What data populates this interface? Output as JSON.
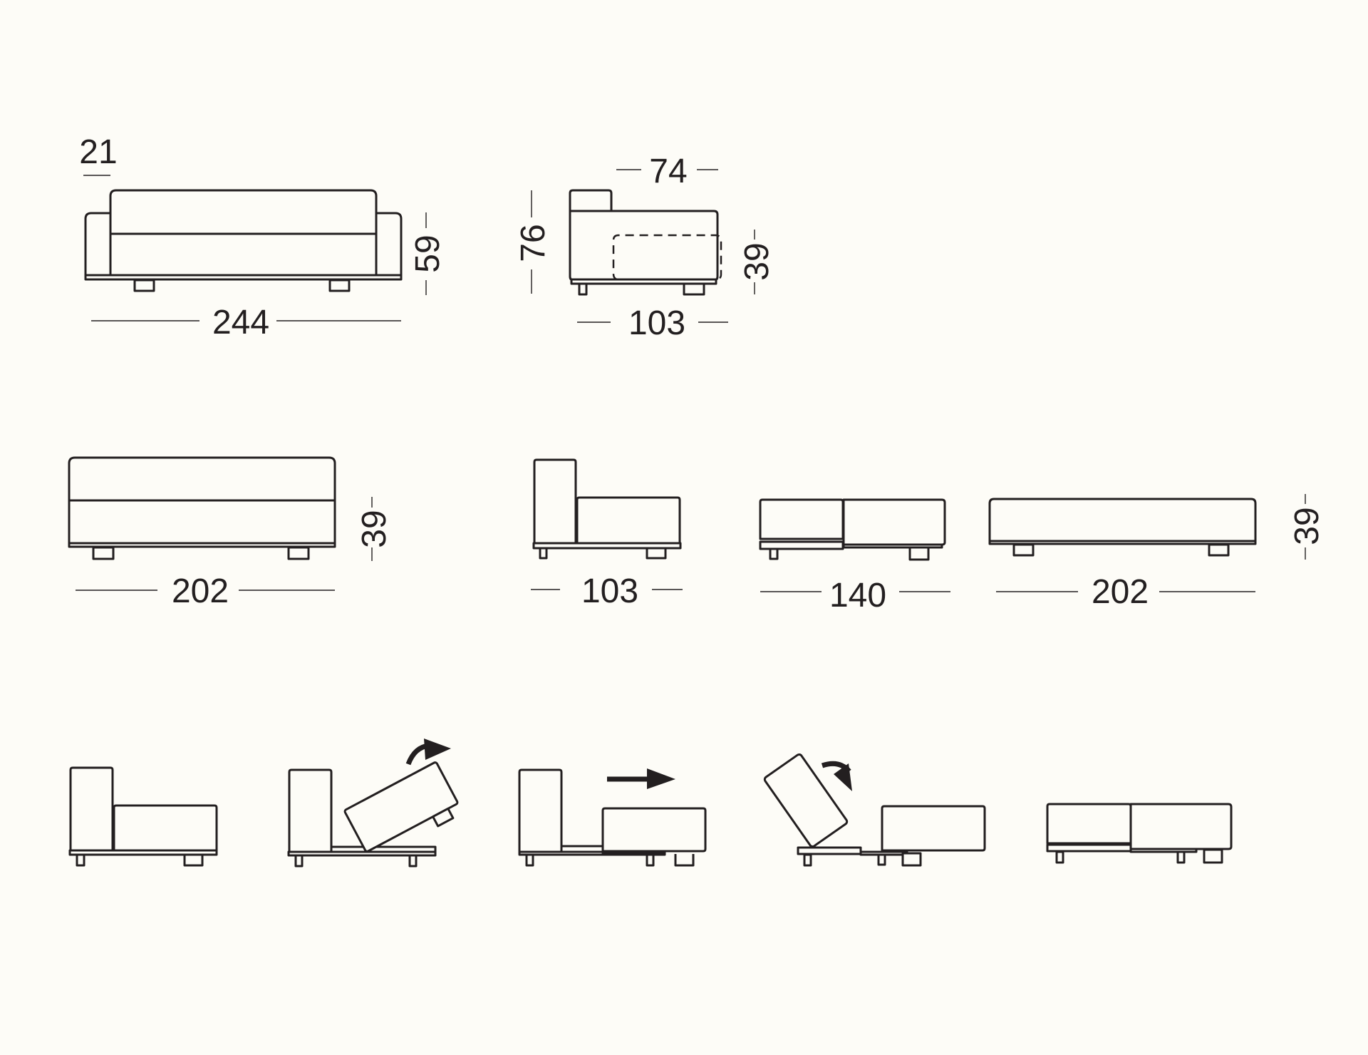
{
  "sheet": {
    "background": "#fdfcf7",
    "line_color": "#231f20",
    "unit": "cm"
  },
  "views": {
    "sofa_front": {
      "label": "sofa-front-view",
      "dims": {
        "width": "244",
        "height": "59",
        "arm_width": "21"
      }
    },
    "sofa_side": {
      "label": "sofa-side-view",
      "dims": {
        "depth": "103",
        "seat_depth": "74",
        "height": "76",
        "seat_height": "39"
      }
    },
    "bed_front": {
      "label": "bed-front-view",
      "dims": {
        "width": "202",
        "height": "39"
      }
    },
    "bed_side_sofa": {
      "label": "bed-side-sofa-mode",
      "dims": {
        "depth": "103"
      }
    },
    "bed_side_open": {
      "label": "bed-side-open-mode",
      "dims": {
        "depth": "140"
      }
    },
    "bed_top": {
      "label": "bed-flat-view",
      "dims": {
        "length": "202",
        "height": "39"
      }
    }
  },
  "conversion_steps": [
    {
      "step": 1,
      "name": "closed-sofa",
      "arrow": "none"
    },
    {
      "step": 2,
      "name": "lift-seat",
      "arrow": "curved-up-right-arrow"
    },
    {
      "step": 3,
      "name": "pull-out-frame",
      "arrow": "right-arrow"
    },
    {
      "step": 4,
      "name": "fold-down-back",
      "arrow": "curved-down-right-arrow"
    },
    {
      "step": 5,
      "name": "open-bed",
      "arrow": "none"
    }
  ]
}
